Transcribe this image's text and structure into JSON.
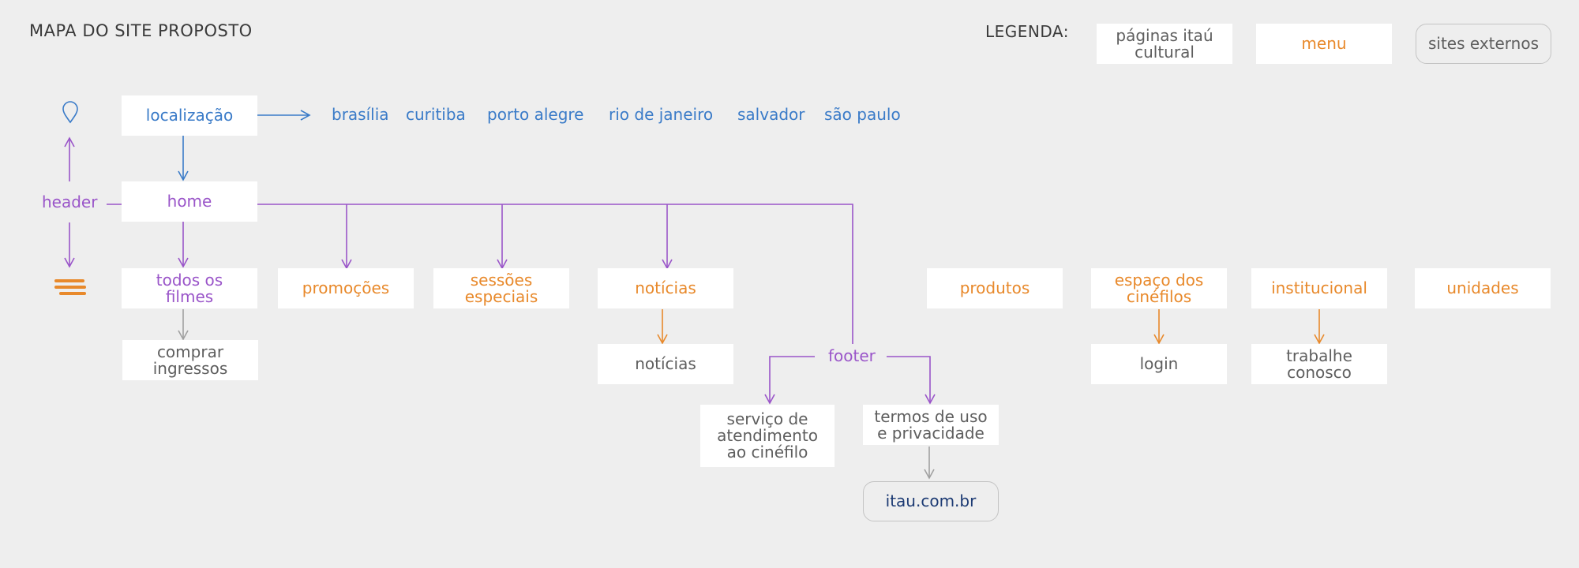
{
  "title": "MAPA DO SITE PROPOSTO",
  "legend": {
    "label": "LEGENDA:",
    "pages": "páginas itaú cultural",
    "menu": "menu",
    "external": "sites externos"
  },
  "nodes": {
    "localizacao": "localização",
    "header": "header",
    "home": "home",
    "todos_os_filmes": "todos os filmes",
    "comprar_ingressos": "comprar ingressos",
    "promocoes": "promoções",
    "sessoes_especiais": "sessões especiais",
    "noticias_menu": "notícias",
    "noticias_page": "notícias",
    "produtos": "produtos",
    "espaco_dos_cinefilos": "espaço dos cinéfilos",
    "login": "login",
    "institucional": "institucional",
    "trabalhe_conosco": "trabalhe conosco",
    "unidades": "unidades",
    "footer": "footer",
    "servico_atendimento": "serviço de atendimento ao cinéfilo",
    "termos_uso": "termos de uso e privacidade",
    "itau_site": "itau.com.br"
  },
  "cities": [
    "brasília",
    "curitiba",
    "porto alegre",
    "rio de janeiro",
    "salvador",
    "são paulo"
  ],
  "icons": {
    "location": "map-pin-icon",
    "menu": "hamburger-menu-icon"
  },
  "colors": {
    "background": "#eeeeee",
    "location_blue": "#3a7bc8",
    "structure_purple": "#9a55c9",
    "menu_orange": "#e8892b",
    "page_gray": "#5e5e5e",
    "external_navy": "#1c3a73"
  }
}
